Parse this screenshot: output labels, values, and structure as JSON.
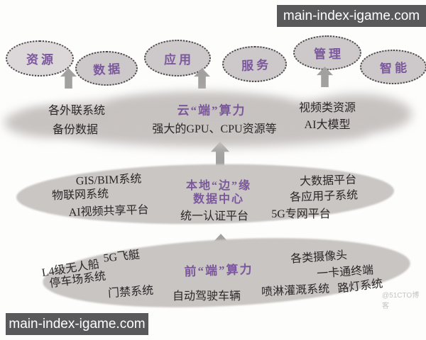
{
  "watermark_top": {
    "text": "main-index-igame.com"
  },
  "watermark_bottom": {
    "text": "main-index-igame.com"
  },
  "credit": {
    "text": "@51CTO博客"
  },
  "colors": {
    "accent_purple": "#7b589c",
    "shape_gray": "#c9c5c3",
    "bubble_gray": "#cdc9cb",
    "arrow_gray": "#a3a0a0",
    "watermark_bg": "#59595b",
    "text_dark": "#2b2728",
    "background": "#fdfdfc"
  },
  "top_bubbles": [
    {
      "label": "资源"
    },
    {
      "label": "数据"
    },
    {
      "label": "应用"
    },
    {
      "label": "服务"
    },
    {
      "label": "管理"
    },
    {
      "label": "智能"
    }
  ],
  "layers": {
    "cloud": {
      "title": "云“端”算力",
      "subtitle": "强大的GPU、CPU资源等",
      "left": [
        "各外联系统",
        "备份数据"
      ],
      "right": [
        "视频类资源",
        "AI大模型"
      ]
    },
    "edge": {
      "title_line1": "本地“边”缘",
      "title_line2": "数据中心",
      "subtitle": "统一认证平台",
      "left": [
        "GIS/BIM系统",
        "物联网系统",
        "AI视频共享平台"
      ],
      "right": [
        "大数据平台",
        "各应用子系统",
        "5G专网平台"
      ]
    },
    "front": {
      "title": "前“端”算力",
      "items": [
        "L4级无人船",
        "5G飞艇",
        "停车场系统",
        "门禁系统",
        "自动驾驶车辆",
        "喷淋灌溉系统",
        "各类摄像头",
        "一卡通终端",
        "路灯系统"
      ]
    }
  }
}
